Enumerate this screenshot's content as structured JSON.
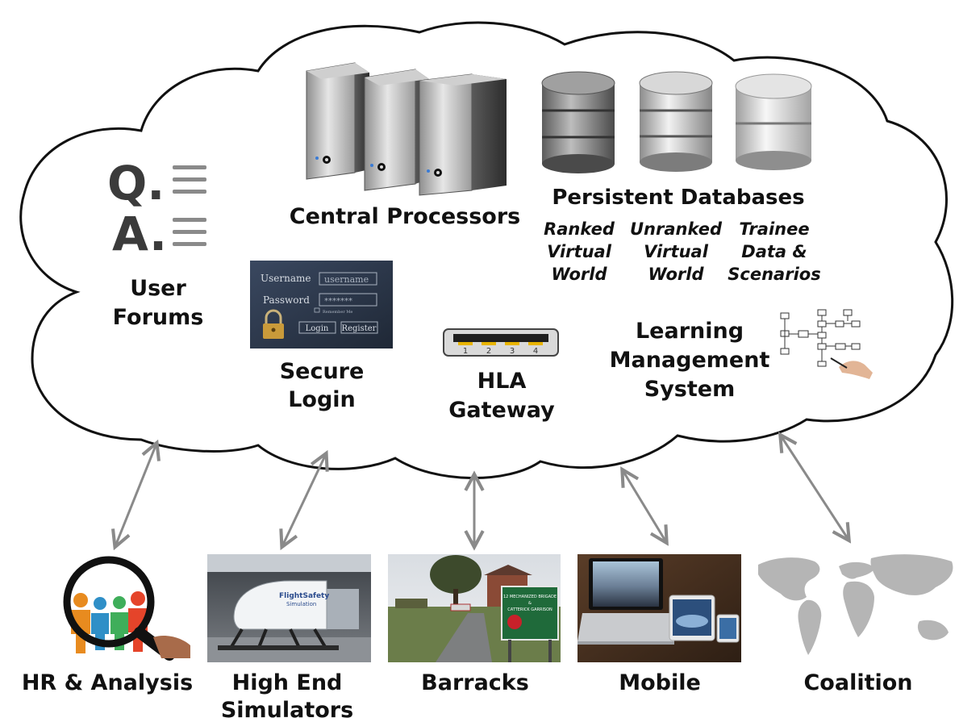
{
  "cloud": {
    "central_processors": "Central Processors",
    "persistent_databases": "Persistent Databases",
    "db_labels": [
      [
        "Ranked",
        "Virtual",
        "World"
      ],
      [
        "Unranked",
        "Virtual",
        "World"
      ],
      [
        "Trainee",
        "Data &",
        "Scenarios"
      ]
    ],
    "qa": {
      "q": "Q.",
      "a": "A."
    },
    "user_forums": [
      "User",
      "Forums"
    ],
    "login_panel": {
      "username_label": "Username",
      "username_value": "username",
      "password_label": "Password",
      "password_value": "*******",
      "remember_me": "Remember Me",
      "login_button": "Login",
      "register_button": "Register"
    },
    "secure_login": [
      "Secure",
      "Login"
    ],
    "hla_pins": [
      "1",
      "2",
      "3",
      "4"
    ],
    "hla_gateway": [
      "HLA",
      "Gateway"
    ],
    "lms": [
      "Learning",
      "Management",
      "System"
    ]
  },
  "bottom": {
    "hr": "HR & Analysis",
    "simulators": [
      "High End",
      "Simulators"
    ],
    "barracks": "Barracks",
    "mobile": "Mobile",
    "coalition": "Coalition",
    "sim_sign": [
      "FlightSafety",
      "Simulation"
    ],
    "barracks_sign": [
      "12 MECHANIZED BRIGADE",
      "&",
      "CATTERICK GARRISON"
    ]
  },
  "colors": {
    "cloud_stroke": "#111111",
    "arrow": "#8a8a8a",
    "login_panel_bg": "#2e3a4e",
    "pin_gold": "#e8b400",
    "map_gray": "#b5b5b5"
  }
}
